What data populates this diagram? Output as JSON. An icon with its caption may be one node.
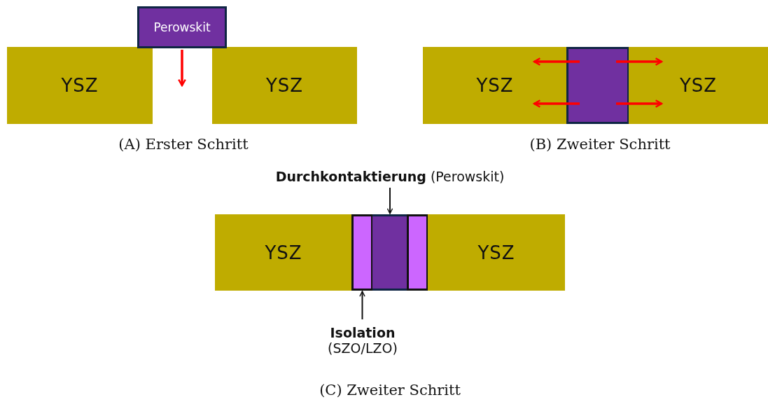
{
  "diagram": {
    "nodes": [
      {
        "text": [
          "YSZ"
        ]
      },
      {
        "text": [
          "YSZ"
        ]
      },
      {
        "text": [
          "Perowskit"
        ]
      },
      {
        "text": [
          "YSZ"
        ]
      },
      {
        "text": [],
        "shape": "box"
      },
      {
        "text": [
          "YSZ"
        ]
      },
      {
        "text": [
          "YSZ"
        ]
      },
      {
        "text": [],
        "shape": "box"
      },
      {
        "text": [],
        "shape": "box"
      },
      {
        "text": [],
        "shape": "box"
      },
      {
        "text": [
          "YSZ"
        ]
      },
      {
        "text": [
          "**Durchkontaktierung** (Perowskit)"
        ]
      },
      {
        "text": [
          "Isolation",
          "(SZO/LZO)"
        ]
      }
    ],
    "edges": [
      {
        "from": 11,
        "to": 8,
        "arrow": "to",
        "color": "#111111"
      },
      {
        "from": 12,
        "to": 7,
        "arrow": "to",
        "color": "#111111"
      },
      {
        "from": 4,
        "to": 3,
        "arrow": "to"
      },
      {
        "from": 4,
        "to": 3,
        "arrow": "to"
      },
      {
        "from": 4,
        "to": 5,
        "arrow": "to"
      },
      {
        "from": 4,
        "to": 5,
        "arrow": "to"
      },
      {
        "from": 2,
        "to": null,
        "arrow": "to"
      }
    ],
    "labels": [
      "(A) Erster Schritt",
      "(B) Zweiter Schritt",
      "(C) Zweiter Schritt"
    ]
  }
}
